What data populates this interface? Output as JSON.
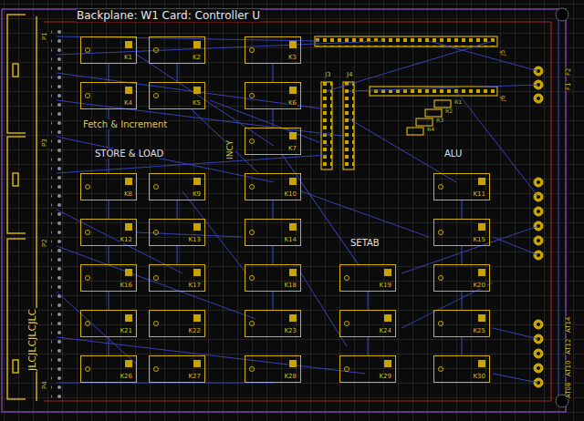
{
  "diagram": {
    "title": "Backplane: W1   Card: Controller U",
    "nodes": [
      {
        "text": [
          "K1"
        ]
      },
      {
        "text": [
          "K2"
        ]
      },
      {
        "text": [
          "K3"
        ]
      },
      {
        "text": [
          "K4"
        ]
      },
      {
        "text": [
          "K5"
        ]
      },
      {
        "text": [
          "K6"
        ]
      },
      {
        "text": [
          "K7"
        ]
      },
      {
        "text": [
          "K8"
        ]
      },
      {
        "text": [
          "K9"
        ]
      },
      {
        "text": [
          "K10"
        ]
      },
      {
        "text": [
          "K11"
        ]
      },
      {
        "text": [
          "K12"
        ]
      },
      {
        "text": [
          "K13"
        ]
      },
      {
        "text": [
          "K14"
        ]
      },
      {
        "text": [
          "K15"
        ]
      },
      {
        "text": [
          "K16"
        ]
      },
      {
        "text": [
          "K17"
        ]
      },
      {
        "text": [
          "K18"
        ]
      },
      {
        "text": [
          "K19"
        ]
      },
      {
        "text": [
          "K20"
        ]
      },
      {
        "text": [
          "K21"
        ]
      },
      {
        "text": [
          "K22"
        ]
      },
      {
        "text": [
          "K23"
        ]
      },
      {
        "text": [
          "K24"
        ]
      },
      {
        "text": [
          "K25"
        ]
      },
      {
        "text": [
          "K26"
        ]
      },
      {
        "text": [
          "K27"
        ]
      },
      {
        "text": [
          "K28"
        ]
      },
      {
        "text": [
          "K29"
        ]
      },
      {
        "text": [
          "K30"
        ]
      }
    ],
    "edges": [
      {
        "from": 0,
        "to": 3,
        "arrow": "none"
      },
      {
        "from": 1,
        "to": 4,
        "arrow": "none"
      },
      {
        "from": 2,
        "to": 5,
        "arrow": "none"
      },
      {
        "from": 5,
        "to": 6,
        "arrow": "none"
      },
      {
        "from": 3,
        "to": 7,
        "arrow": "none"
      },
      {
        "from": 7,
        "to": 11,
        "arrow": "none"
      },
      {
        "from": 11,
        "to": 15,
        "arrow": "none"
      },
      {
        "from": 15,
        "to": 20,
        "arrow": "none"
      },
      {
        "from": 20,
        "to": 25,
        "arrow": "none"
      },
      {
        "from": 8,
        "to": 12,
        "arrow": "none"
      },
      {
        "from": 12,
        "to": 16,
        "arrow": "none"
      },
      {
        "from": 9,
        "to": 13,
        "arrow": "none"
      },
      {
        "from": 13,
        "to": 17,
        "arrow": "none"
      },
      {
        "from": 17,
        "to": 22,
        "arrow": "none"
      },
      {
        "from": 18,
        "to": 23,
        "arrow": "none"
      },
      {
        "from": 23,
        "to": 28,
        "arrow": "none"
      },
      {
        "from": 10,
        "to": 14,
        "arrow": "none"
      },
      {
        "from": 14,
        "to": 19,
        "arrow": "none"
      },
      {
        "from": 19,
        "to": 24,
        "arrow": "none"
      },
      {
        "from": 24,
        "to": 29,
        "arrow": "none"
      },
      {
        "from": 4,
        "to": 9,
        "arrow": "none"
      },
      {
        "from": 6,
        "to": 18,
        "arrow": "none"
      }
    ],
    "labels": [
      "Fetch & Increment",
      "STORE & LOAD",
      "ALU",
      "SETAB",
      "INCY",
      "J3",
      "J4",
      "J5",
      "J6",
      "P1",
      "P2",
      "P3",
      "P4",
      "JLCJLCJLCJLC",
      "R1",
      "R2",
      "R3",
      "R4",
      "F2",
      "F1",
      "AT08",
      "AT10",
      "AT12",
      "AT14"
    ]
  }
}
